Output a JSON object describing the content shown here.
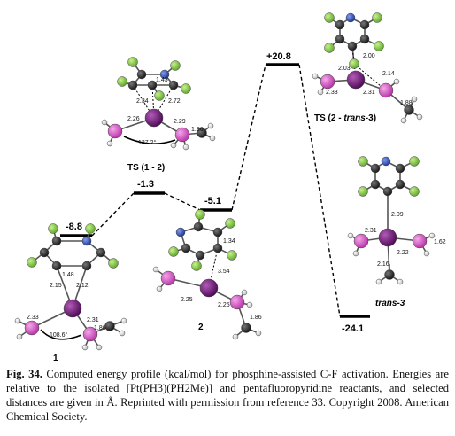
{
  "diagram": {
    "energies": {
      "e1": "-8.8",
      "ets12": "-1.3",
      "e2": "-5.1",
      "ets2t3": "+20.8",
      "et3": "-24.1"
    },
    "labels": {
      "s1": "1",
      "ts12": "TS (1 - 2)",
      "s2": "2",
      "ts2t3_prefix": "TS (2 - ",
      "ts2t3_italic": "trans",
      "ts2t3_suffix": "-3)",
      "t3_italic": "trans",
      "t3_suffix": "-3"
    },
    "distances": {
      "s1": [
        "1.48",
        "2.15",
        "2.12",
        "2.33",
        "2.31",
        "1.86",
        "108.6°"
      ],
      "ts12": [
        "1.43",
        "2.34",
        "2.72",
        "2.26",
        "2.29",
        "1.86",
        "137.2°"
      ],
      "s2": [
        "1.34",
        "3.54",
        "2.25",
        "2.25",
        "1.86"
      ],
      "ts2t3": [
        "2.00",
        "2.03",
        "2.14",
        "2.33",
        "2.31",
        "1.88"
      ],
      "t3": [
        "2.09",
        "2.31",
        "2.22",
        "1.62",
        "2.16"
      ]
    }
  },
  "caption": {
    "figure_label": "Fig. 34.",
    "text": "Computed energy profile (kcal/mol) for phosphine-assisted C-F activation. Energies are relative to the isolated [Pt(PH3)(PH2Me)] and pentafluoropyridine reactants, and selected distances are given in Å. Reprinted with permission from reference 33. Copyright 2008. American Chemical Society."
  },
  "colors": {
    "fluorine": "#7dc83c",
    "carbon": "#2a2a2a",
    "nitrogen": "#2f4fb8",
    "phosphorus": "#d24fc0",
    "platinum": "#6b1170",
    "hydrogen": "#e6e6e6"
  }
}
